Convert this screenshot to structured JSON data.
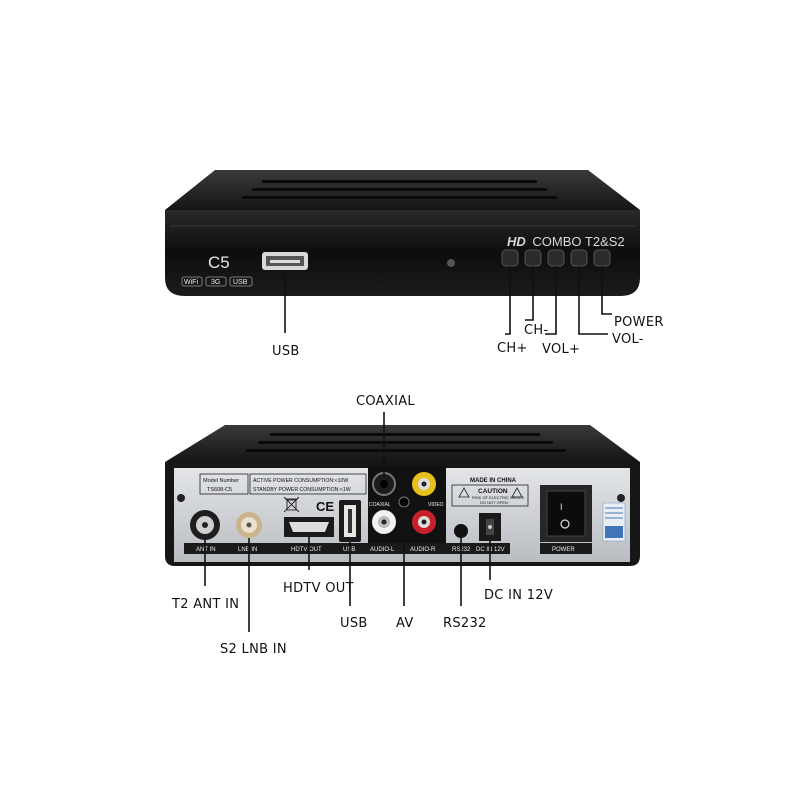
{
  "front_panel": {
    "model_label": "C5",
    "badges": [
      "WiFi",
      "3G",
      "USB"
    ],
    "brand_text_bold": "HD",
    "brand_text_rest": "COMBO T2&S2",
    "callouts": {
      "usb": "USB",
      "ch_plus": "CH+",
      "ch_minus": "CH-",
      "vol_plus": "VOL+",
      "vol_minus": "VOL-",
      "power": "POWER"
    }
  },
  "rear_panel": {
    "model_box_line1": "Model Number",
    "model_box_line2": "TS608-C5",
    "consumption_line1": "ACTIVE POWER CONSUMPTION:<10W",
    "consumption_line2": "STANDBY POWER CONSUMPTION:<1W",
    "made_in": "MADE IN CHINA",
    "caution_title": "CAUTION",
    "caution_line1": "RISK OF ELECTRIC SHOCK",
    "caution_line2": "DO NOT OPEN",
    "ce_mark": "CE",
    "port_labels": {
      "ant_in": "ANT IN",
      "lnb_in": "LNB IN",
      "hdtv_out": "HDTV OUT",
      "usb": "USB",
      "audio_l": "AUDIO-L",
      "audio_r": "AUDIO-R",
      "coaxial_small": "COAXIAL",
      "video_small": "VIDEO",
      "rs232": "RS232",
      "dc_in": "DC IN 12V",
      "power": "POWER"
    },
    "callouts": {
      "coaxial": "COAXIAL",
      "t2_ant_in": "T2 ANT IN",
      "s2_lnb_in": "S2 LNB IN",
      "hdtv_out": "HDTV OUT",
      "usb": "USB",
      "av": "AV",
      "rs232": "RS232",
      "dc_in": "DC IN 12V"
    }
  },
  "colors": {
    "body_black": "#141414",
    "panel_silver": "#cfd2d6",
    "rca_yellow": "#e8c21a",
    "rca_red": "#c8202a",
    "rca_white": "#f2f2f2",
    "brand_text": "#d9d9d9"
  }
}
